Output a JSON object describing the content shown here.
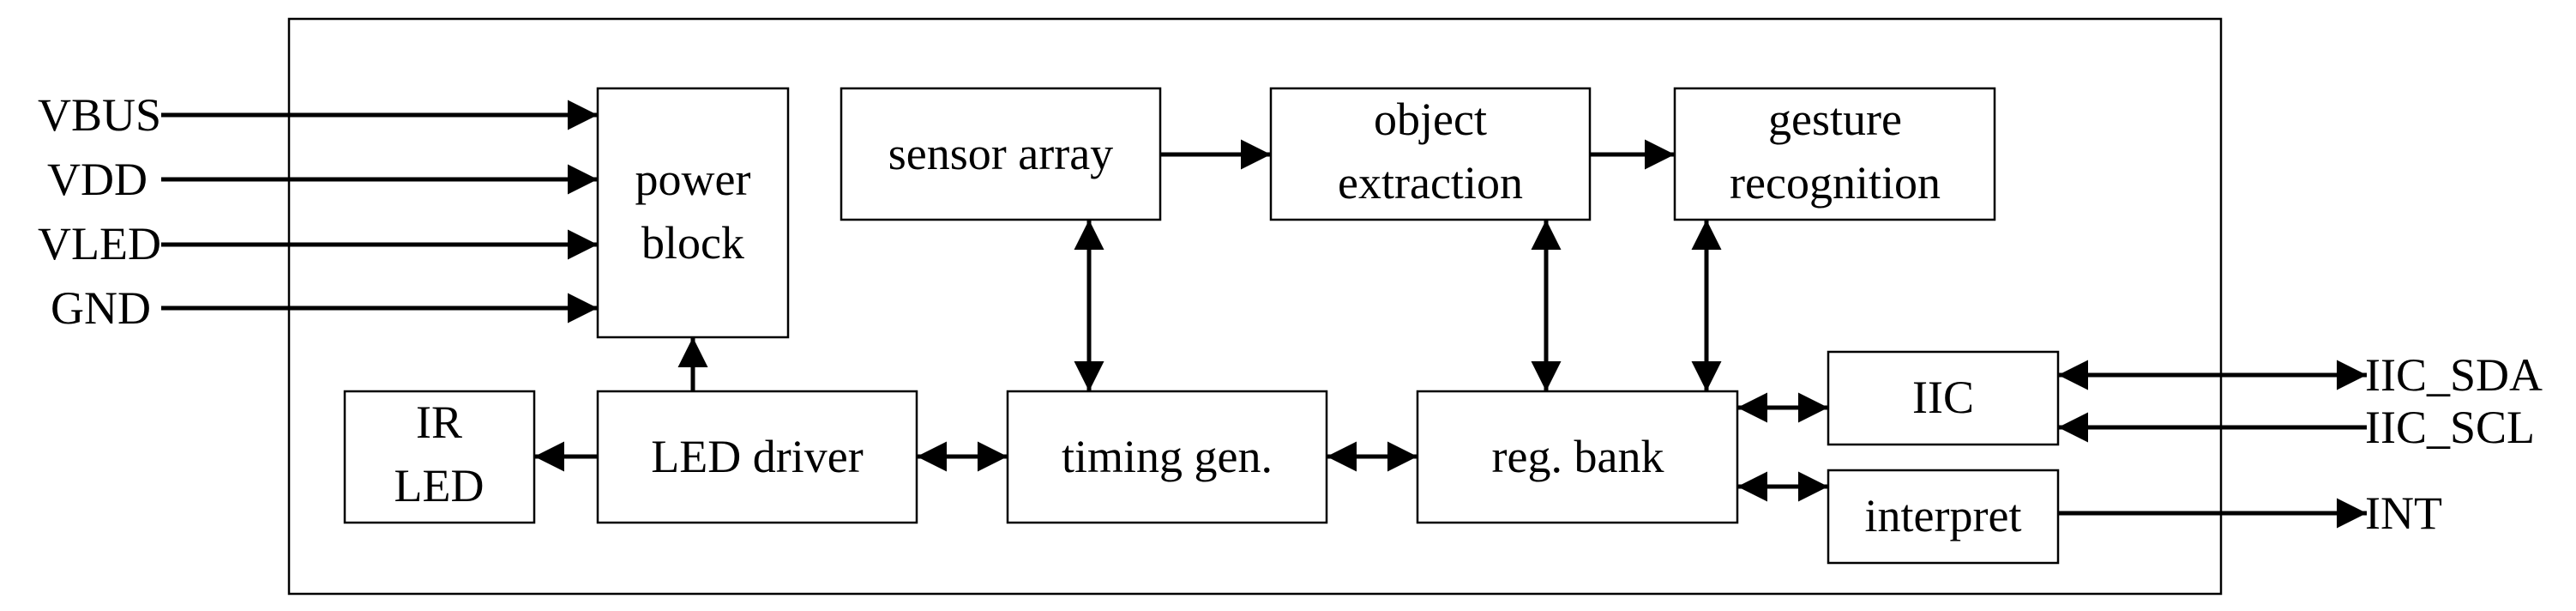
{
  "diagram": {
    "blocks": {
      "power_block": [
        "power",
        "block"
      ],
      "sensor_array": [
        "sensor array"
      ],
      "object_extraction": [
        "object",
        "extraction"
      ],
      "gesture_recognition": [
        "gesture",
        "recognition"
      ],
      "ir_led": [
        "IR",
        "LED"
      ],
      "led_driver": [
        "LED driver"
      ],
      "timing_gen": [
        "timing gen."
      ],
      "reg_bank": [
        "reg. bank"
      ],
      "iic": [
        "IIC"
      ],
      "interpret": [
        "interpret"
      ]
    },
    "pins": {
      "vbus": "VBUS",
      "vdd": "VDD",
      "vled": "VLED",
      "gnd": "GND",
      "iic_sda": "IIC_SDA",
      "iic_scl": "IIC_SCL",
      "int": "INT"
    }
  }
}
